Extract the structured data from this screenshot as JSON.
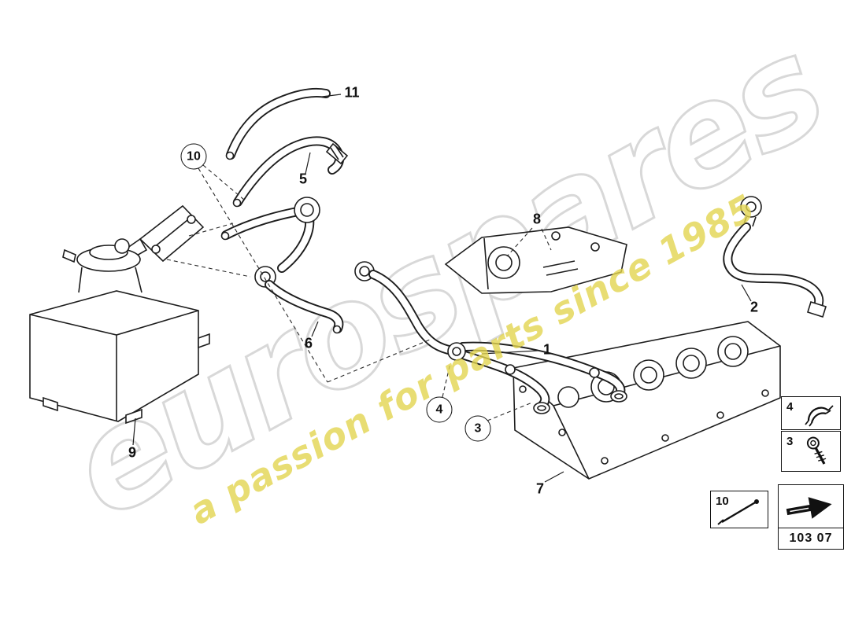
{
  "watermark": {
    "brand": "eurospares",
    "tagline": "a passion for parts since 1985"
  },
  "diagram": {
    "callouts": [
      {
        "label": "11",
        "circled": false
      },
      {
        "label": "10",
        "circled": true
      },
      {
        "label": "5",
        "circled": false
      },
      {
        "label": "8",
        "circled": false
      },
      {
        "label": "2",
        "circled": false
      },
      {
        "label": "6",
        "circled": false
      },
      {
        "label": "1",
        "circled": false
      },
      {
        "label": "4",
        "circled": true
      },
      {
        "label": "3",
        "circled": true
      },
      {
        "label": "9",
        "circled": false
      },
      {
        "label": "7",
        "circled": false
      }
    ],
    "legend": {
      "clip": {
        "label": "4",
        "icon": "hose-clamp-icon"
      },
      "screw": {
        "label": "3",
        "icon": "screw-icon"
      },
      "pin": {
        "label": "10",
        "icon": "pin-icon"
      },
      "arrow_icon": "direction-arrow-icon",
      "part_code": "103 07"
    }
  },
  "colors": {
    "line": "#1d1d1d",
    "watermark_gray": "#d2d2d2",
    "watermark_yellow": "#e2d450",
    "background": "#ffffff"
  }
}
